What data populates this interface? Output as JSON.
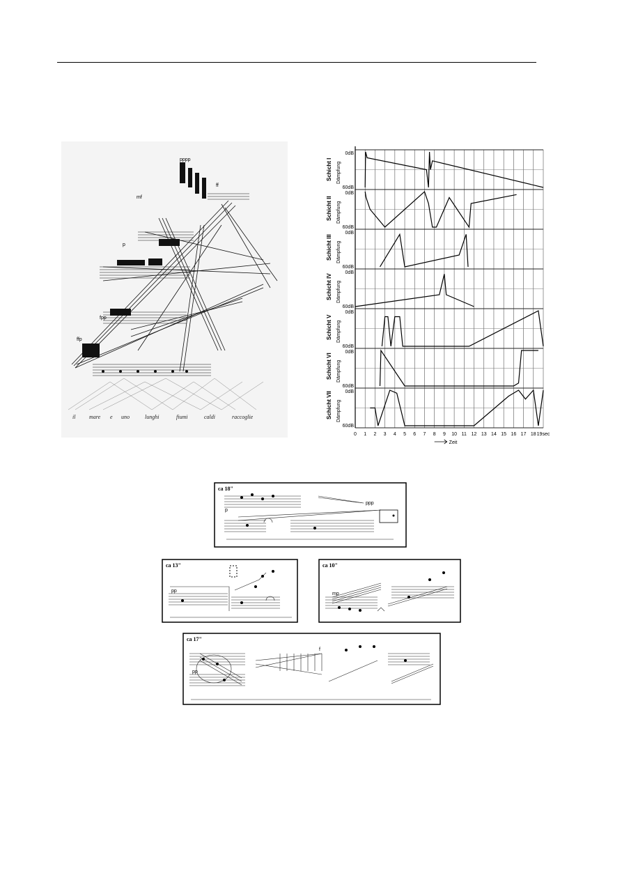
{
  "graphic_score": {
    "dynamics": [
      "pppp",
      "mf",
      "p",
      "ff",
      "fpp",
      "ffp"
    ],
    "lyrics": [
      "il",
      "mare",
      "e",
      "uno",
      "lunghi",
      "fiumi",
      "caldi",
      "raccoglie"
    ]
  },
  "chart_data": {
    "type": "line",
    "xlabel": "Zeit",
    "x_unit": "sec",
    "x_ticks": [
      "0",
      "1",
      "2",
      "3",
      "4",
      "5",
      "6",
      "7",
      "8",
      "9",
      "10",
      "11",
      "12",
      "13",
      "14",
      "15",
      "16",
      "17",
      "18",
      "19sec"
    ],
    "xlim": [
      0,
      19
    ],
    "ylim_db": [
      0,
      60
    ],
    "y_top_label": "0dB",
    "y_bottom_label": "60dB",
    "y_axis_title": "Dämpfung",
    "grid": true,
    "series": [
      {
        "name": "Schicht I",
        "points": [
          [
            1.0,
            60
          ],
          [
            1.05,
            0
          ],
          [
            1.2,
            10
          ],
          [
            7.2,
            30
          ],
          [
            7.4,
            60
          ],
          [
            7.5,
            0
          ],
          [
            7.6,
            30
          ],
          [
            7.8,
            15
          ],
          [
            19,
            60
          ]
        ]
      },
      {
        "name": "Schicht II",
        "points": [
          [
            1.0,
            0
          ],
          [
            1.1,
            10
          ],
          [
            1.5,
            30
          ],
          [
            3.0,
            60
          ],
          [
            7.0,
            0
          ],
          [
            7.4,
            20
          ],
          [
            7.8,
            60
          ],
          [
            8.2,
            60
          ],
          [
            9.5,
            10
          ],
          [
            11.5,
            60
          ],
          [
            11.7,
            20
          ],
          [
            16.3,
            5
          ]
        ]
      },
      {
        "name": "Schicht III",
        "points": [
          [
            2.5,
            60
          ],
          [
            4.5,
            5
          ],
          [
            5.0,
            60
          ],
          [
            10.5,
            40
          ],
          [
            11.2,
            5
          ],
          [
            11.4,
            60
          ]
        ]
      },
      {
        "name": "Schicht IV",
        "points": [
          [
            0,
            60
          ],
          [
            8.5,
            40
          ],
          [
            9.0,
            5
          ],
          [
            9.2,
            40
          ],
          [
            12.0,
            60
          ]
        ]
      },
      {
        "name": "Schicht V",
        "points": [
          [
            2.7,
            60
          ],
          [
            3.0,
            10
          ],
          [
            3.3,
            10
          ],
          [
            3.6,
            60
          ],
          [
            4.0,
            10
          ],
          [
            4.5,
            10
          ],
          [
            4.8,
            60
          ],
          [
            11.5,
            60
          ],
          [
            18.5,
            0
          ],
          [
            19,
            60
          ]
        ]
      },
      {
        "name": "Schicht VI",
        "points": [
          [
            2.5,
            60
          ],
          [
            2.6,
            0
          ],
          [
            5.0,
            60
          ],
          [
            16.0,
            60
          ],
          [
            16.5,
            55
          ],
          [
            16.8,
            0
          ],
          [
            18.5,
            0
          ]
        ]
      },
      {
        "name": "Schicht VII",
        "points": [
          [
            1.5,
            30
          ],
          [
            2.0,
            30
          ],
          [
            2.3,
            60
          ],
          [
            3.5,
            0
          ],
          [
            4.2,
            5
          ],
          [
            5.0,
            60
          ],
          [
            12.0,
            60
          ],
          [
            15.5,
            10
          ],
          [
            16.5,
            0
          ],
          [
            17.2,
            15
          ],
          [
            18.0,
            0
          ],
          [
            18.5,
            60
          ],
          [
            19,
            0
          ]
        ]
      }
    ]
  },
  "excerpts": [
    {
      "duration": "ca 18\"",
      "dyn": [
        "p",
        "ppp"
      ]
    },
    {
      "duration": "ca 13\"",
      "dyn": [
        "pp"
      ]
    },
    {
      "duration": "ca 10\"",
      "dyn": [
        "mp"
      ]
    },
    {
      "duration": "ca 17\"",
      "dyn": [
        "pp",
        "f"
      ]
    }
  ]
}
